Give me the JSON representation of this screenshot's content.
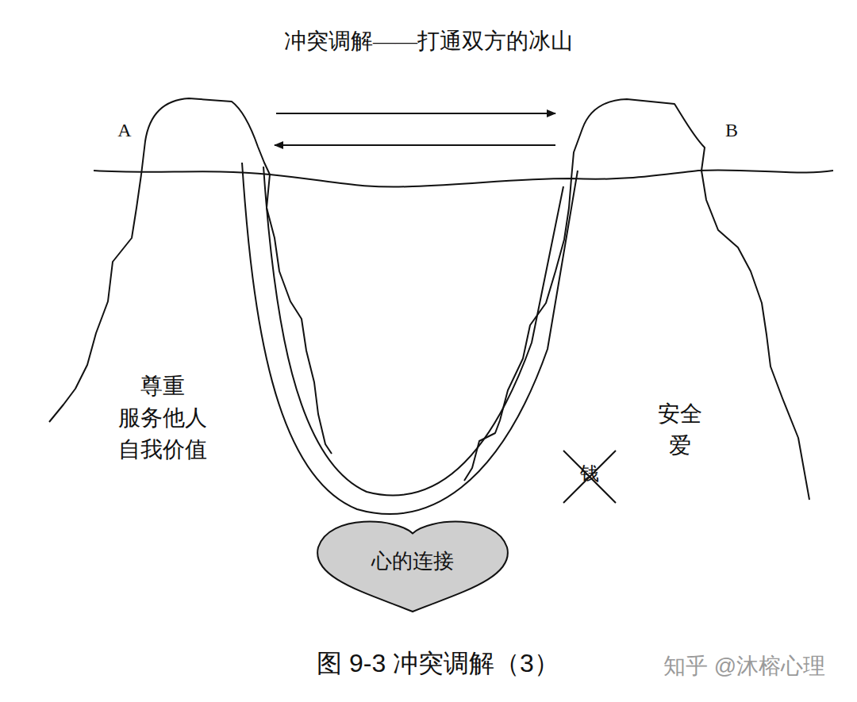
{
  "diagram": {
    "title": "冲突调解——打通双方的冰山",
    "caption": "图 9-3 冲突调解（3）",
    "nodes": [
      {
        "text": [
          "心的连接"
        ]
      }
    ],
    "labels": [
      "A",
      "B",
      "尊重 服务他人 自我价值",
      "安全 爱",
      "钱",
      "知乎 @沐榕心理"
    ]
  }
}
